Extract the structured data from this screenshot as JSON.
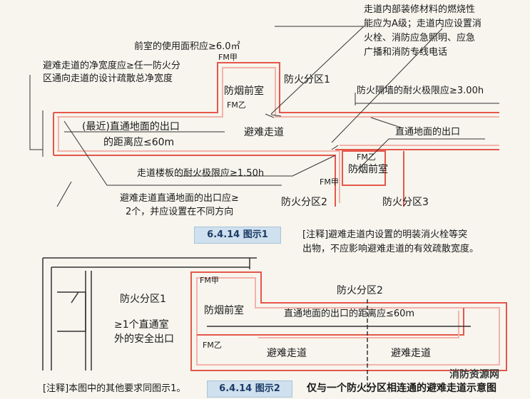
{
  "diagram1": {
    "caption": "6.4.14 图示1",
    "labels": {
      "note_top_right": [
        "走道内部装修材料的燃烧性",
        "能应为A级；走道内应设置消",
        "火栓、消防应急照明、应急",
        "广播和消防专线电话"
      ],
      "area_front_room": "前室的使用面积应≥6.0㎡",
      "width_rule": [
        "避难走道的净宽度应≥任一防火分",
        "区通向走道的设计疏散总净宽度"
      ],
      "fm_a": "FM甲",
      "fm_b": "FM乙",
      "fm_b2": "FM乙",
      "fm_a2": "FM甲",
      "smoke_room_1": "防烟前室",
      "smoke_room_2": "防烟前室",
      "zone1": "防火分区1",
      "zone2": "防火分区2",
      "zone3": "防火分区3",
      "firewall": "防火隔墙的耐火极限应≥3.00h",
      "distance": [
        "(最近)直通地面的出口",
        "的距离应≤60m"
      ],
      "corridor": "避难走道",
      "exit_label": "直通地面的出口",
      "floor_rating": "走道楼板的耐火极限应≥1.50h",
      "exits_rule": [
        "避难走道直通地面的出口应≥",
        "2个，并应设置在不同方向"
      ],
      "note_bottom": [
        "[注释]避难走道内设置的明装消火栓等突",
        "出物，不应影响避难走道的有效疏散宽度。"
      ]
    }
  },
  "diagram2": {
    "caption": "6.4.14 图示2",
    "labels": {
      "zone1": "防火分区1",
      "zone2": "防火分区2",
      "fm_a": "FM甲",
      "fm_b": "FM乙",
      "smoke_room": "防烟前室",
      "distance": "直通地面的出口的距离应≤60m",
      "exit_rule": [
        "≥1个直通室",
        "外的安全出口"
      ],
      "corridor_left": "避难走道",
      "corridor_right": "避难走道",
      "note": "[注释]本图中的其他要求同图示1。",
      "title": "仅与一个防火分区相连通的避难走道示意图"
    }
  },
  "watermark": "消防资源网",
  "colors": {
    "wall_red": "#e5574a",
    "wall_pink": "#f3b3ab",
    "line": "#333333",
    "caption_bg": "#cfe0ee"
  }
}
